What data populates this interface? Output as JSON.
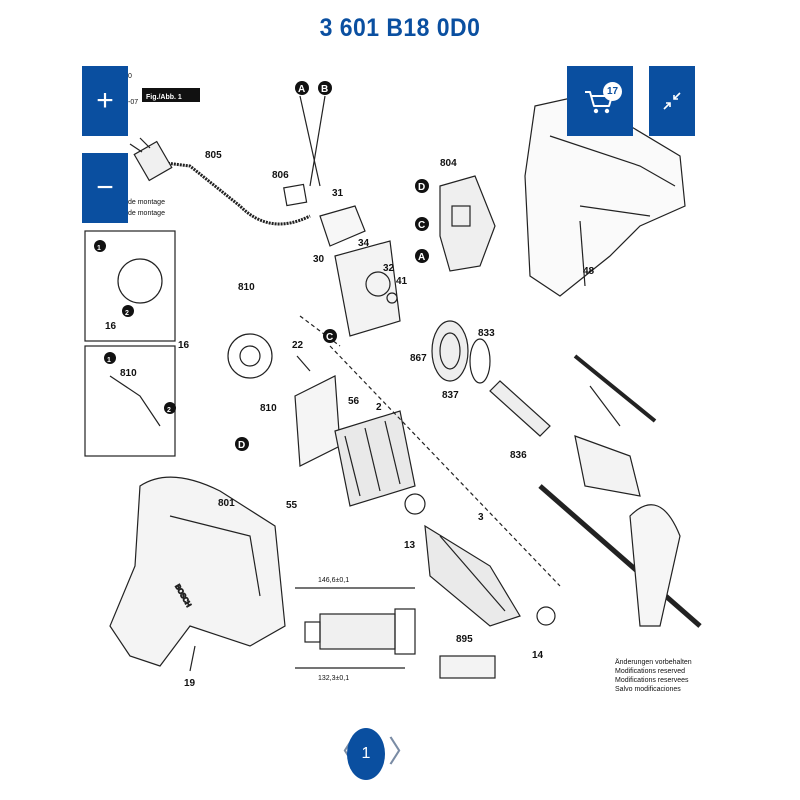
{
  "header": {
    "title": "3 601 B18 0D0"
  },
  "controls": {
    "zoom_in": "+",
    "zoom_out": "−",
    "cart_count": "17"
  },
  "pagination": {
    "current_page": "1",
    "prev": "〈",
    "next": "〉"
  },
  "diagram": {
    "fig_label": "Fig./Abb. 1",
    "partial_text_top": "0",
    "partial_text_date": "-07",
    "montage_1": "de montage",
    "montage_2": "de montage",
    "dim_top": "146,6±0,1",
    "dim_bottom": "132,3±0,1",
    "letters": {
      "a": "A",
      "b": "B",
      "c": "C",
      "d": "D"
    },
    "parts": {
      "p805": "805",
      "p806": "806",
      "p31": "31",
      "p30": "30",
      "p34": "34",
      "p32": "32",
      "p41": "41",
      "p804": "804",
      "p48": "48",
      "p810a": "810",
      "p810b": "810",
      "p810c": "810",
      "p16a": "16",
      "p16b": "16",
      "p22": "22",
      "p56": "56",
      "p867": "867",
      "p833": "833",
      "p837": "837",
      "p836": "836",
      "p2": "2",
      "p55": "55",
      "p801": "801",
      "p13": "13",
      "p3": "3",
      "p14": "14",
      "p895": "895",
      "p19": "19"
    },
    "step_numbers": {
      "s1": "1",
      "s2": "2",
      "s3": "1",
      "s4": "2"
    },
    "modifications": [
      "Änderungen vorbehalten",
      "Modifications reserved",
      "Modifications reservees",
      "Salvo modificaciones"
    ]
  }
}
